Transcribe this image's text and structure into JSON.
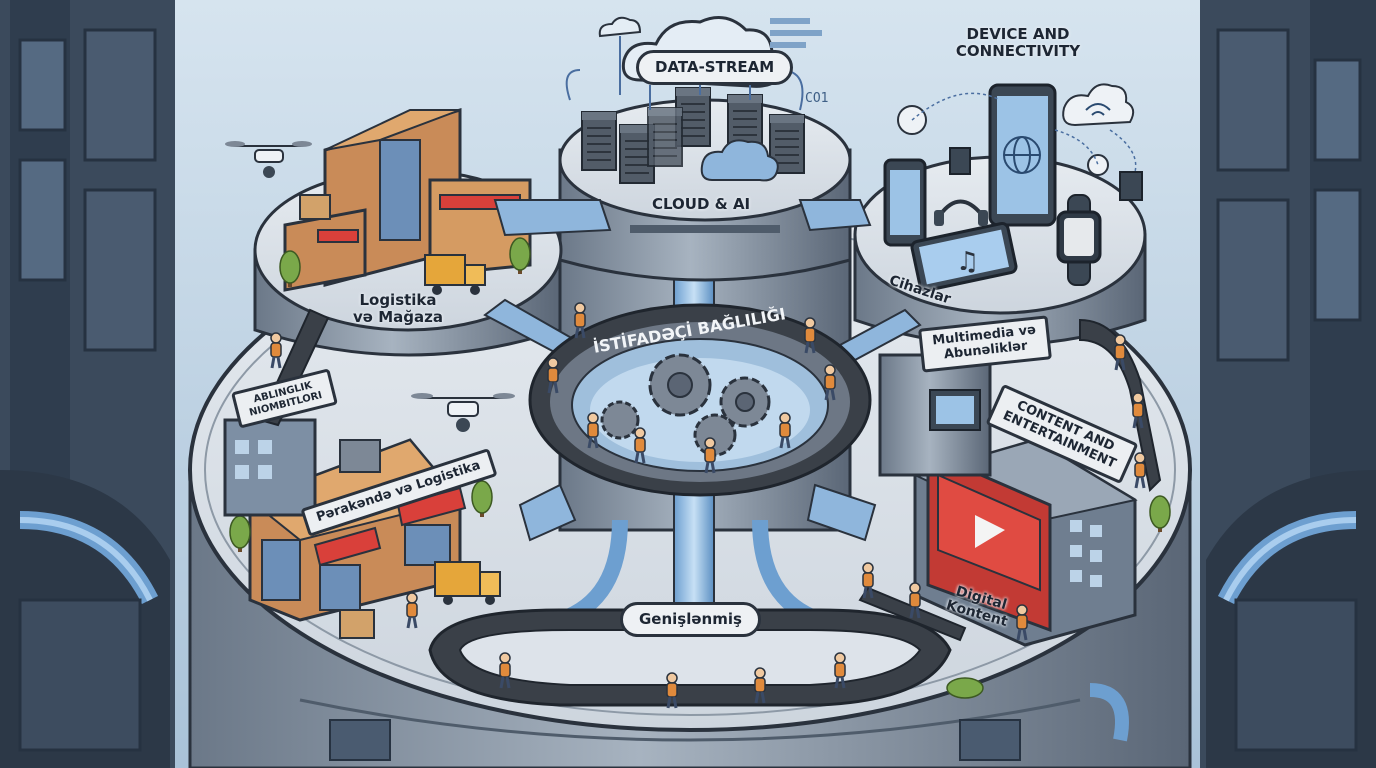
{
  "colors": {
    "sky": "#b9cfe0",
    "machinery": "#3b4a5c",
    "platform": "#dde3ea",
    "platform_edge": "#5d6b7b",
    "conveyor": "#3a4048",
    "cloud_blue": "#8fb6dc",
    "server": "#525c68",
    "accent_red": "#d9403a",
    "brick": "#c98b58",
    "tree": "#7aa84a"
  },
  "labels": {
    "data_stream": "DATA-STREAM",
    "cloud_ai": "CLOUD & AI",
    "device_connectivity_1": "DEVICE AND",
    "device_connectivity_2": "CONNECTIVITY",
    "logistics_store_1": "Logistika",
    "logistics_store_2": "və Mağaza",
    "user_connectivity": "İSTİFADƏÇİ BAĞLILIĞI",
    "devices": "Cihazlar",
    "multimedia_1": "Multimedia və",
    "multimedia_2": "Abunəliklər",
    "ablinglik_1": "ABLINGLIK",
    "ablinglik_2": "NIOMBITLORI",
    "retail_logistics": "Pərakəndə və Logistika",
    "content_ent_1": "CONTENT AND",
    "content_ent_2": "ENTERTAINMENT",
    "expanded": "Genişlənmiş",
    "digital_content_1": "Digital",
    "digital_content_2": "Kontent",
    "code_text": "CO1"
  },
  "icons": [
    "cloud-icon",
    "server-rack-icon",
    "drone-icon",
    "wifi-cloud-icon",
    "smartphone-icon",
    "tablet-icon",
    "smartwatch-icon",
    "music-note-icon",
    "globe-icon",
    "headphones-icon",
    "gear-icon",
    "play-button-icon",
    "delivery-truck-icon",
    "package-icon",
    "store-awning-icon"
  ]
}
